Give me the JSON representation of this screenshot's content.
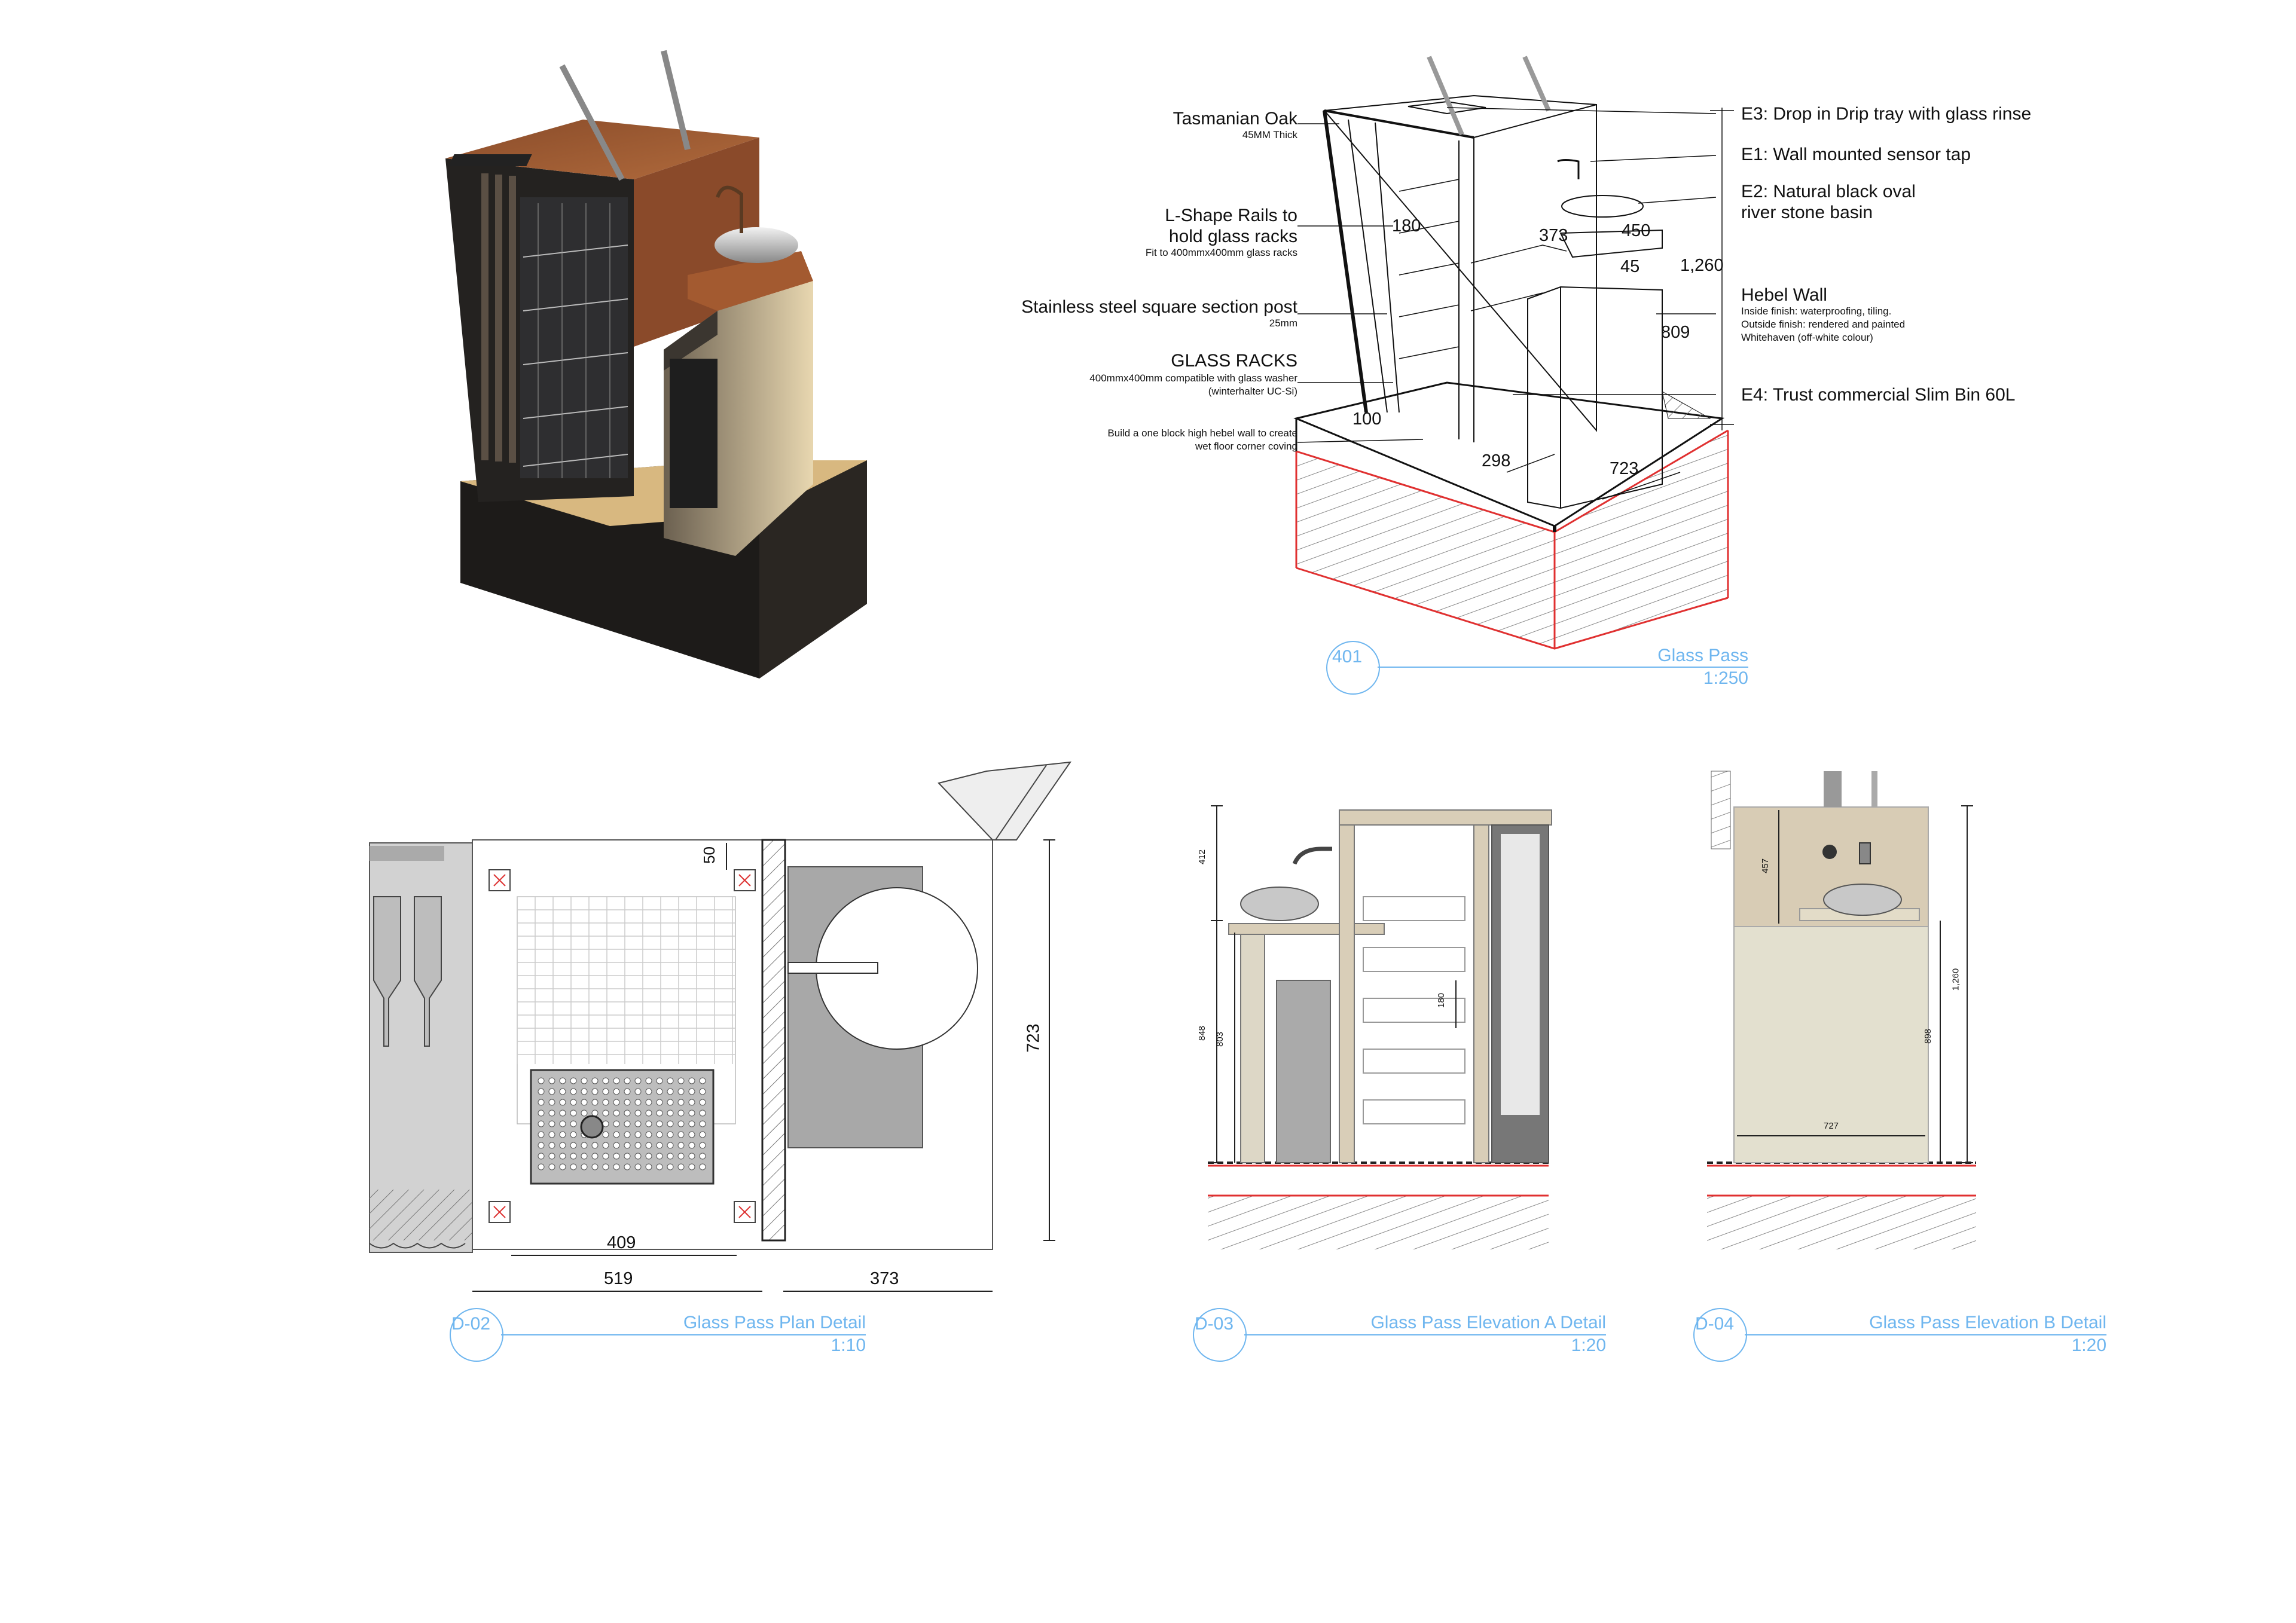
{
  "axon_labels": {
    "tasmanian_oak": "Tasmanian Oak",
    "tasmanian_oak_sub": "45MM Thick",
    "l_shape": "L-Shape Rails to",
    "l_shape_2": "hold glass racks",
    "l_shape_sub": "Fit to 400mmx400mm glass racks",
    "post": "Stainless steel square section post",
    "post_sub": "25mm",
    "racks": "GLASS RACKS",
    "racks_sub1": "400mmx400mm compatible with glass washer",
    "racks_sub2": "(winterhalter UC-Si)",
    "coving1": "Build a one block high hebel wall to create",
    "coving2": "wet floor corner coving",
    "e3": "E3: Drop in Drip tray with glass rinse",
    "e1": "E1: Wall mounted sensor tap",
    "e2a": "E2: Natural black oval",
    "e2b": "river stone basin",
    "hebel": "Hebel Wall",
    "hebel_s1": "Inside finish: waterproofing, tiling.",
    "hebel_s2": "Outside finish: rendered and painted",
    "hebel_s3": "Whitehaven (off-white colour)",
    "e4": "E4: Trust commercial Slim Bin 60L"
  },
  "axon_dims": {
    "d180": "180",
    "d373": "373",
    "d450": "450",
    "d45": "45",
    "d1260": "1,260",
    "d809": "809",
    "d100": "100",
    "d298": "298",
    "d723": "723"
  },
  "plan_dims": {
    "d50": "50",
    "d723": "723",
    "d409": "409",
    "d519": "519",
    "d373": "373"
  },
  "elevA_dims": {
    "d412": "412",
    "d848": "848",
    "d803": "803",
    "d180": "180"
  },
  "elevB_dims": {
    "d457": "457",
    "d1260": "1,260",
    "d898": "898",
    "d727": "727"
  },
  "titles": {
    "t401": {
      "code": "401",
      "name": "Glass Pass",
      "scale": "1:250"
    },
    "d02": {
      "code": "D-02",
      "name": "Glass Pass Plan Detail",
      "scale": "1:10"
    },
    "d03": {
      "code": "D-03",
      "name": "Glass Pass Elevation A Detail",
      "scale": "1:20"
    },
    "d04": {
      "code": "D-04",
      "name": "Glass Pass Elevation B Detail",
      "scale": "1:20"
    }
  },
  "colors": {
    "accent": "#6fb6ef",
    "timber": "#9a5a33",
    "hatch_red": "#e03030"
  }
}
